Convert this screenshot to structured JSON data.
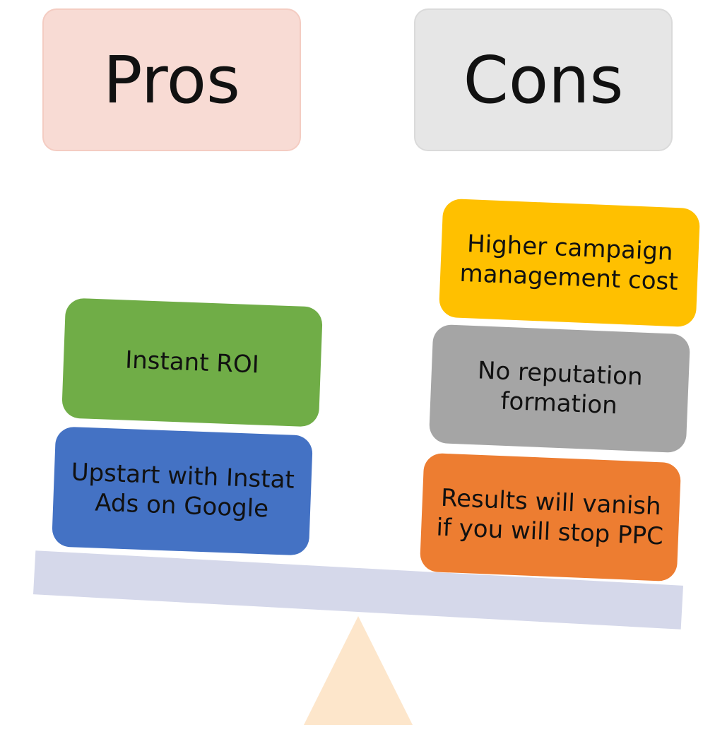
{
  "headers": {
    "pros": "Pros",
    "cons": "Cons"
  },
  "pros": [
    {
      "lines": [
        "Instant ROI"
      ],
      "color": "#70ad47"
    },
    {
      "lines": [
        "Upstart with Instat",
        "Ads on Google"
      ],
      "color": "#4472c4"
    }
  ],
  "cons": [
    {
      "lines": [
        "Higher campaign",
        "management cost"
      ],
      "color": "#ffc000"
    },
    {
      "lines": [
        "No reputation",
        "formation"
      ],
      "color": "#a5a5a5"
    },
    {
      "lines": [
        "Results will vanish",
        "if you will stop PPC"
      ],
      "color": "#ed7d31"
    }
  ],
  "colors": {
    "beam": "#d5d8ea",
    "fulcrum": "#fde6cb",
    "pros_header_bg": "#f8dbd4",
    "cons_header_bg": "#e6e6e6"
  }
}
